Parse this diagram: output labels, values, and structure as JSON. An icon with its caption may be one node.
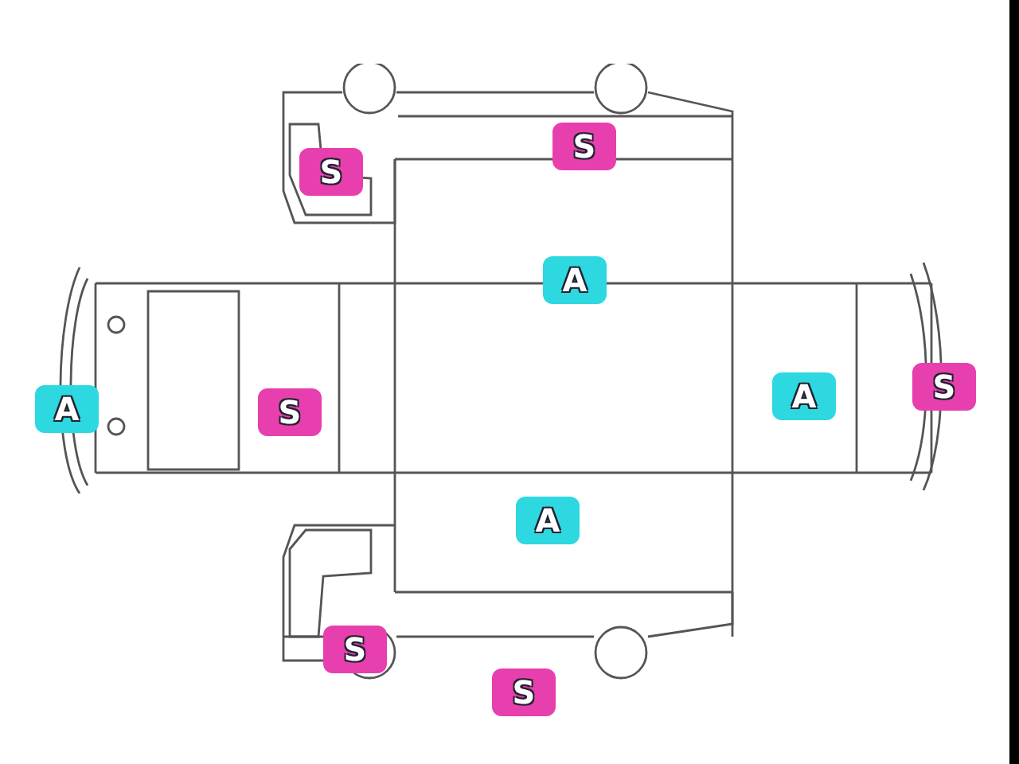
{
  "diagram": {
    "nodes": [
      {
        "text": [
          "S"
        ]
      },
      {
        "text": [
          "S"
        ]
      },
      {
        "text": [
          "A"
        ]
      },
      {
        "text": [
          "A"
        ]
      },
      {
        "text": [
          "S"
        ]
      },
      {
        "text": [
          "A"
        ]
      },
      {
        "text": [
          "S"
        ]
      },
      {
        "text": [
          "A"
        ]
      },
      {
        "text": [
          "S"
        ]
      },
      {
        "text": [
          "S"
        ]
      }
    ]
  }
}
